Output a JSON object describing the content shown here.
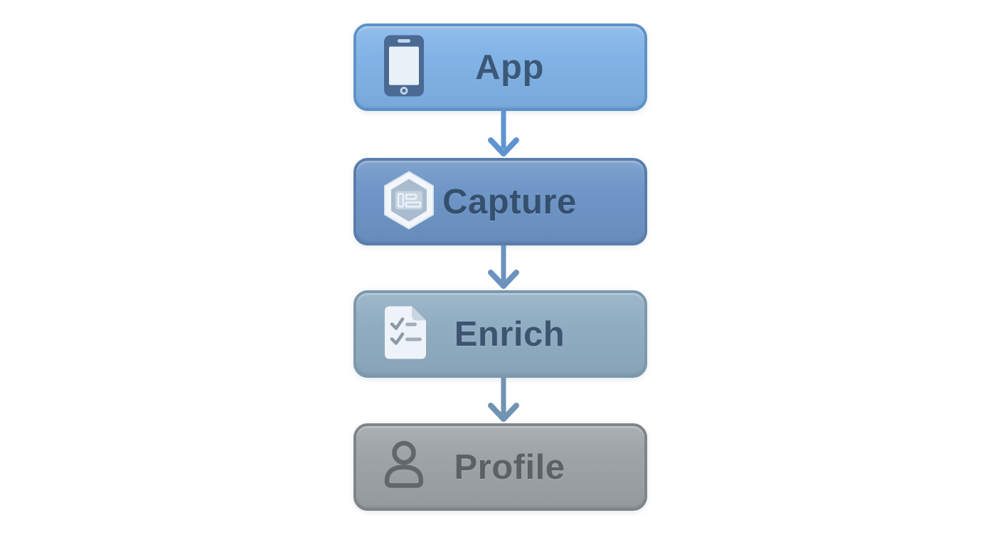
{
  "diagram": {
    "type": "flowchart",
    "direction": "top-down",
    "steps": [
      {
        "label": "App",
        "icon": "smartphone-icon",
        "fill": "#7FB2E6",
        "border": "#5D92C8",
        "label_color": "#3C5878"
      },
      {
        "label": "Capture",
        "icon": "id-badge-hexagon-icon",
        "fill": "#6C94C6",
        "border": "#587DAC",
        "label_color": "#34506E"
      },
      {
        "label": "Enrich",
        "icon": "checklist-document-icon",
        "fill": "#8FACC2",
        "border": "#7B98AD",
        "label_color": "#3D5470"
      },
      {
        "label": "Profile",
        "icon": "person-icon",
        "fill": "#9DA2A6",
        "border": "#7E8488",
        "label_color": "#5B6266"
      }
    ],
    "connectors": [
      {
        "from": "App",
        "to": "Capture",
        "color": "#5F94D2"
      },
      {
        "from": "Capture",
        "to": "Enrich",
        "color": "#6B92BC"
      },
      {
        "from": "Enrich",
        "to": "Profile",
        "color": "#7093B2"
      }
    ]
  }
}
